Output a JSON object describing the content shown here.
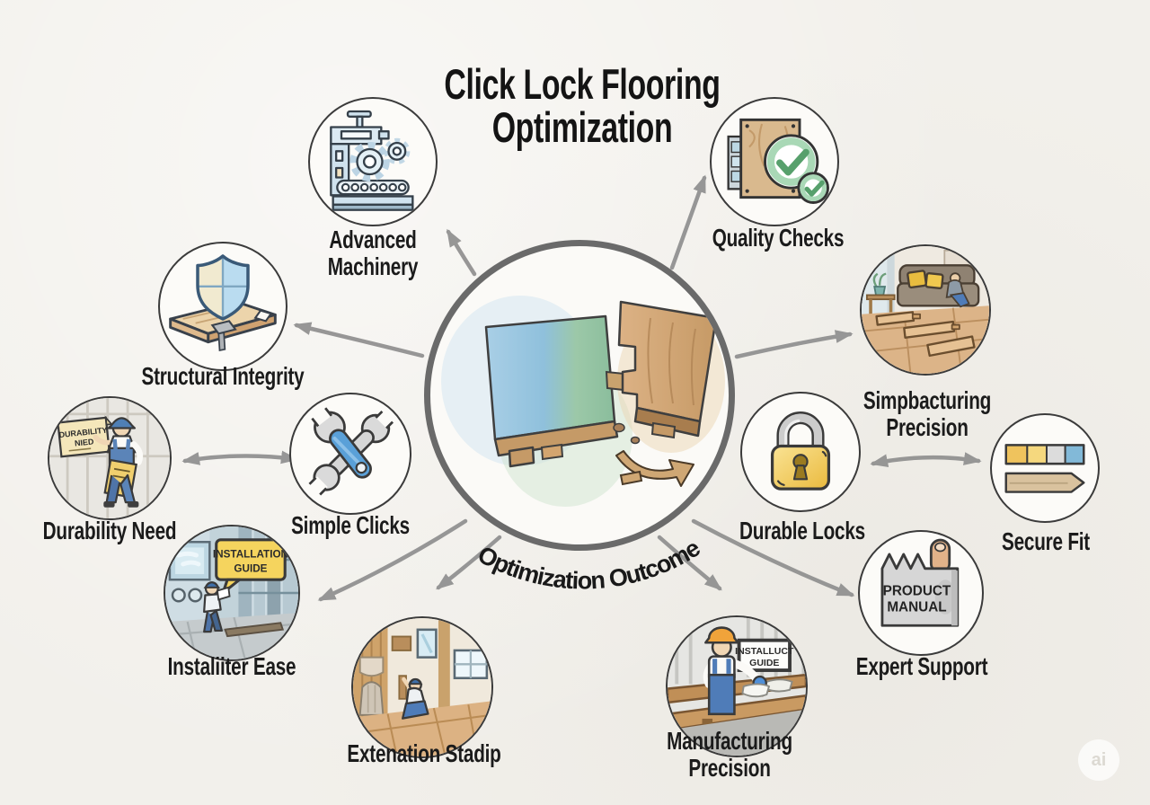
{
  "title": {
    "line1": "Click Lock Flooring",
    "line2": "Optimization"
  },
  "hub": {
    "caption": "Optimization Outcome",
    "illustration": "click-lock-planks-interlocking"
  },
  "nodes": [
    {
      "id": "advanced-machinery",
      "icon": "factory-machine-icon",
      "label": "Advanced Machinery",
      "lines": [
        "Advanced",
        "Machinery"
      ]
    },
    {
      "id": "quality-checks",
      "icon": "checklist-board-icon",
      "label": "Quality Checks",
      "lines": [
        "Quality Checks"
      ]
    },
    {
      "id": "structural-integrity",
      "icon": "shield-plank-icon",
      "label": "Structural Integrity",
      "lines": [
        "Structural Integrity"
      ]
    },
    {
      "id": "simpbacturing-precision",
      "icon": "living-room-installation-scene",
      "label": "Simpbacturing Precision",
      "lines": [
        "Simpbacturing",
        "Precision"
      ]
    },
    {
      "id": "durability-need",
      "icon": "worker-with-sign-scene",
      "label": "Durability Need",
      "lines": [
        "Durability Need"
      ],
      "sign": [
        "DURABILITY",
        "NIED"
      ]
    },
    {
      "id": "simple-clicks",
      "icon": "crossed-wrenches-icon",
      "label": "Simple Clicks",
      "lines": [
        "Simple Clicks"
      ]
    },
    {
      "id": "durable-locks",
      "icon": "padlock-icon",
      "label": "Durable Locks",
      "lines": [
        "Durable Locks"
      ]
    },
    {
      "id": "secure-fit",
      "icon": "plank-segments-icon",
      "label": "Secure Fit",
      "lines": [
        "Secure Fit"
      ]
    },
    {
      "id": "instaliiter-ease",
      "icon": "installation-guide-scene",
      "label": "Instaliiter Ease",
      "lines": [
        "Instaliiter Ease"
      ],
      "sign": [
        "INSTALLATION",
        "GUIDE"
      ]
    },
    {
      "id": "expert-support",
      "icon": "product-manual-icon",
      "label": "Expert Support",
      "lines": [
        "Expert Support"
      ],
      "sign": [
        "PRODUCT",
        "MANUAL"
      ]
    },
    {
      "id": "extenation-stadip",
      "icon": "room-flooring-scene",
      "label": "Extenation Stadip",
      "lines": [
        "Extenation Stadip"
      ]
    },
    {
      "id": "manufacturing-precision",
      "icon": "factory-worker-scene",
      "label": "Manufacturing Precision",
      "lines": [
        "Manufacturing",
        "Precision"
      ],
      "sign": [
        "INSTALLUCT",
        "GUIDE"
      ]
    }
  ],
  "connections": [
    {
      "from": "hub",
      "to": "advanced-machinery",
      "style": "arrow"
    },
    {
      "from": "hub",
      "to": "quality-checks",
      "style": "arrow"
    },
    {
      "from": "hub",
      "to": "structural-integrity",
      "style": "arrow"
    },
    {
      "from": "hub",
      "to": "simpbacturing-precision",
      "style": "arrow"
    },
    {
      "from": "hub",
      "to": "instaliiter-ease",
      "style": "arrow"
    },
    {
      "from": "hub",
      "to": "extenation-stadip",
      "style": "arrow"
    },
    {
      "from": "hub",
      "to": "manufacturing-precision",
      "style": "arrow"
    },
    {
      "from": "hub",
      "to": "expert-support",
      "style": "arrow"
    },
    {
      "from": "durability-need",
      "to": "simple-clicks",
      "style": "double-arrow"
    },
    {
      "from": "durable-locks",
      "to": "secure-fit",
      "style": "double-arrow"
    }
  ],
  "watermark": {
    "label": "ai"
  },
  "colors": {
    "background": "#f2f0eb",
    "arrow": "#8f8f8f",
    "node_border": "#3b3b3b",
    "hub_border": "#6a6a6a",
    "text": "#1b1b1b",
    "lock_yellow": "#eebc3f",
    "check_green": "#57a06c",
    "shield_blue": "#badcf0",
    "wood_tan": "#d9b98e",
    "wrench_blue": "#5aa0d8"
  }
}
